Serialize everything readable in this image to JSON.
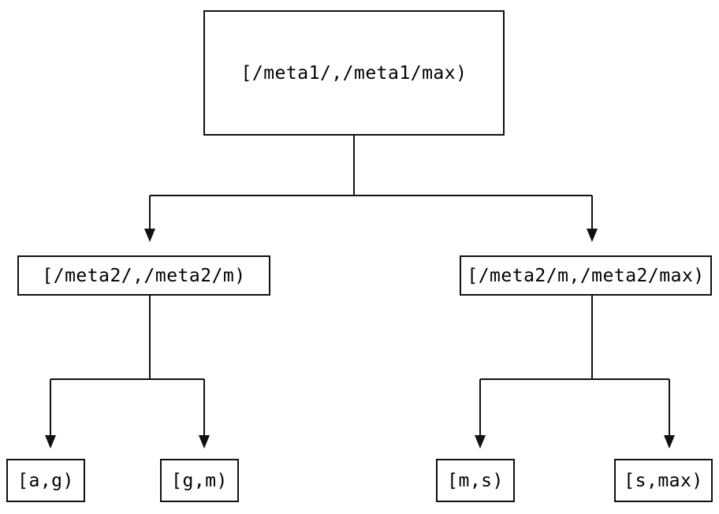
{
  "diagram": {
    "type": "tree",
    "description": "Key-range partition tree",
    "nodes": {
      "root": {
        "label": "[/meta1/,/meta1/max)"
      },
      "meta2_left": {
        "label": "[/meta2/,/meta2/m)"
      },
      "meta2_right": {
        "label": "[/meta2/m,/meta2/max)"
      },
      "leaf_ag": {
        "label": "[a,g)"
      },
      "leaf_gm": {
        "label": "[g,m)"
      },
      "leaf_ms": {
        "label": "[m,s)"
      },
      "leaf_smax": {
        "label": "[s,max)"
      }
    },
    "edges": [
      {
        "from": "root",
        "to": "meta2_left"
      },
      {
        "from": "root",
        "to": "meta2_right"
      },
      {
        "from": "meta2_left",
        "to": "leaf_ag"
      },
      {
        "from": "meta2_left",
        "to": "leaf_gm"
      },
      {
        "from": "meta2_right",
        "to": "leaf_ms"
      },
      {
        "from": "meta2_right",
        "to": "leaf_smax"
      }
    ],
    "colors": {
      "line": "#111111",
      "text": "#000000",
      "node_fill": "#ffffff",
      "background": "#ffffff"
    }
  }
}
